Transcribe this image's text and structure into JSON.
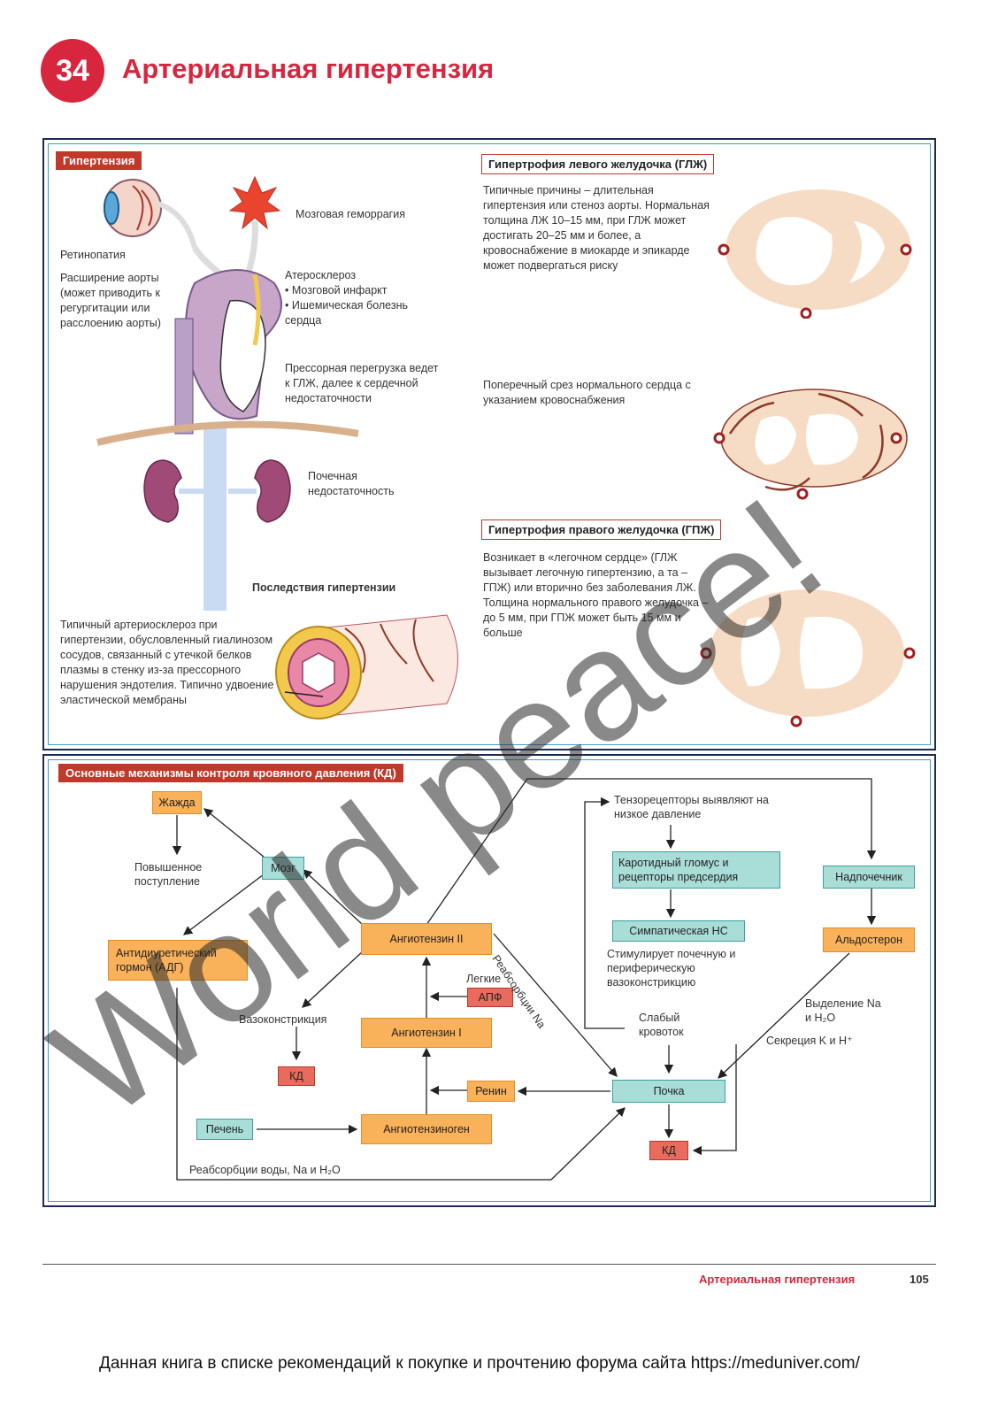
{
  "header": {
    "chapter_number": "34",
    "title": "Артериальная гипертензия"
  },
  "top_panel": {
    "tab": "Гипертензия",
    "labels": {
      "retinopathy": "Ретинопатия",
      "aorta_dilation": "Расширение аорты (может приводить к регургитации или расслоению аорты)",
      "hemorrhage": "Мозговая геморрагия",
      "atherosclerosis_title": "Атеросклероз",
      "atherosclerosis_item1": "• Мозговой инфаркт",
      "atherosclerosis_item2": "• Ишемическая болезнь сердца",
      "pressure_overload": "Прессорная перегрузка ведет к ГЛЖ, далее к сердечной недостаточности",
      "renal_failure": "Почечная недостаточность",
      "consequences": "Последствия гипертензии",
      "arteriosclerosis": "Типичный артериосклероз при гипертензии, обусловленный гиалинозом сосудов, связанный с утечкой белков плазмы в стенку из-за прессорного нарушения эндотелия. Типично удвоение эластической мембраны"
    },
    "lvh": {
      "title": "Гипертрофия левого желудочка (ГЛЖ)",
      "text": "Типичные причины – длительная гипертензия или стеноз аорты. Нормальная толщина ЛЖ 10–15 мм, при ГЛЖ может достигать 20–25 мм и более, а кровоснабжение в миокарде и эпикарде может подвергаться риску"
    },
    "cross_section": "Поперечный срез нормального сердца с указанием кровоснабжения",
    "rvh": {
      "title": "Гипертрофия правого желудочка (ГПЖ)",
      "text": "Возникает в «легочном сердце» (ГЛЖ вызывает легочную гипертензию, а та – ГПЖ) или вторично без заболевания ЛЖ. Толщина нормального правого желудочка – до 5 мм, при ГПЖ может быть 15 мм и больше"
    }
  },
  "bottom_panel": {
    "tab": "Основные механизмы контроля кровяного давления (КД)",
    "boxes": {
      "thirst": "Жажда",
      "brain": "Мозг",
      "adh": "Антидиуретический гормон (АДГ)",
      "ang2": "Ангиотензин II",
      "ang1": "Ангиотензин I",
      "angiotensinogen": "Ангиотензиноген",
      "liver": "Печень",
      "ace": "АПФ",
      "renin": "Ренин",
      "bp_left": "КД",
      "carotid": "Каротидный гломус и рецепторы предсердия",
      "sympathetic": "Симпатическая НС",
      "kidney": "Почка",
      "bp_right": "КД",
      "adrenal": "Надпочечник",
      "aldosterone": "Альдостерон"
    },
    "texts": {
      "increased_intake": "Повышенное поступление",
      "lungs": "Легкие",
      "vasoconstriction": "Вазоконстрикция",
      "na_reabsorption": "Реабсорбции Na",
      "baroreceptors": "Тензорецепторы выявляют на низкое давление",
      "stimulates": "Стимулирует почечную и периферическую вазоконстрикцию",
      "weak_flow": "Слабый кровоток",
      "excretion": "Выделение Na и H₂O",
      "secretion": "Секреция K и H⁺",
      "water_reabsorption": "Реабсорбции воды, Na и H₂O"
    }
  },
  "footer": {
    "running_title": "Артериальная гипертензия",
    "page_number": "105",
    "note": "Данная книга в списке рекомендаций к покупке и прочтению форума сайта https://meduniver.com/"
  },
  "watermark": "World peace!"
}
